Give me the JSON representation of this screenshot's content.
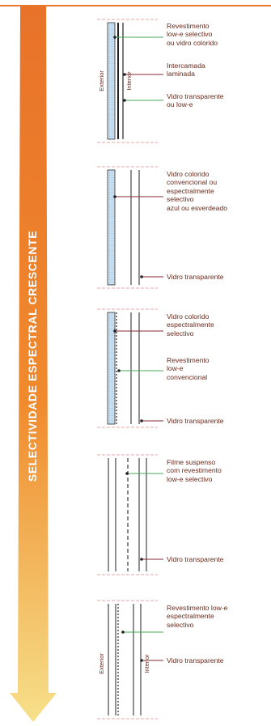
{
  "side_title": "SELECTIVIDADE ESPECTRAL CRESCENTE",
  "colors": {
    "arrow_top": "#e8722a",
    "arrow_mid": "#f08a2c",
    "arrow_bottom": "#f6e08a",
    "glass_tint": "#c9dfef",
    "line_green": "#4aa85a",
    "line_maroon": "#8a2430",
    "text": "#6a2a1c"
  },
  "side_labels": {
    "exterior": "Exterior",
    "interior": "Interior"
  },
  "panels": [
    {
      "labels": [
        {
          "lines": [
            "Revestimento",
            "low-e selectivo",
            "ou vidro colorido"
          ]
        },
        {
          "lines": [
            "Intercamada",
            "laminada"
          ]
        },
        {
          "lines": [
            "Vidro transparente",
            "ou low-e"
          ]
        }
      ]
    },
    {
      "labels": [
        {
          "lines": [
            "Vidro colorido",
            "convencional ou",
            "espectralmente",
            "selectivo",
            "azul ou esverdeado"
          ]
        },
        {
          "lines": [
            "Vidro transparente"
          ]
        }
      ]
    },
    {
      "labels": [
        {
          "lines": [
            "Vidro colorido",
            "espectralmente",
            "selectivo"
          ]
        },
        {
          "lines": [
            "Revestimento",
            "low-e",
            "convencional"
          ]
        },
        {
          "lines": [
            "Vidro transparente"
          ]
        }
      ]
    },
    {
      "labels": [
        {
          "lines": [
            "Filme suspenso",
            "com revestimento",
            "low-e selectivo"
          ]
        },
        {
          "lines": [
            "Vidro transparente"
          ]
        }
      ]
    },
    {
      "labels": [
        {
          "lines": [
            "Revestimento low-e",
            "espectralmente",
            "selectivo"
          ]
        },
        {
          "lines": [
            "Vidro transparente"
          ]
        }
      ]
    }
  ]
}
